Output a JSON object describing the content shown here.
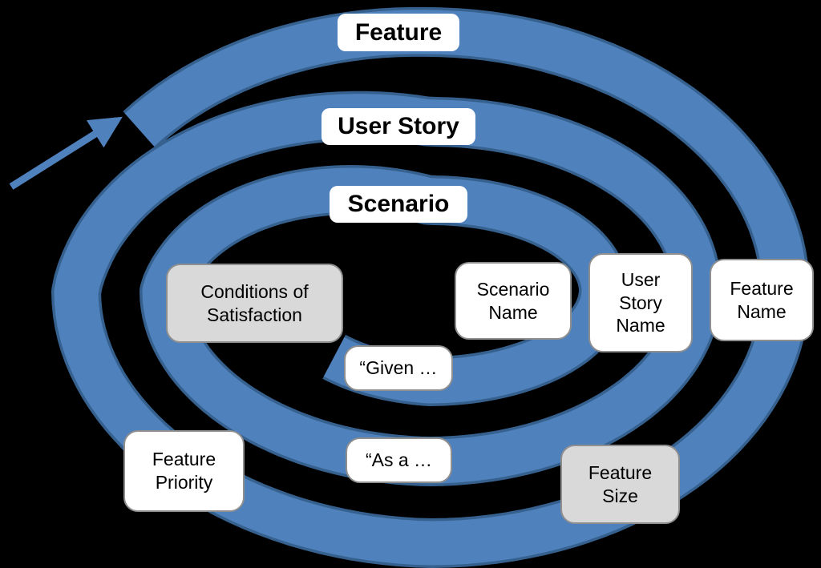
{
  "diagram": {
    "type": "spiral",
    "rings": [
      {
        "label": "Feature"
      },
      {
        "label": "User Story"
      },
      {
        "label": "Scenario"
      }
    ],
    "callouts": [
      {
        "label": "Conditions of Satisfaction",
        "variant": "gray"
      },
      {
        "label": "Scenario Name",
        "variant": "white"
      },
      {
        "label": "User Story Name",
        "variant": "white"
      },
      {
        "label": "Feature Name",
        "variant": "white"
      },
      {
        "label": "“Given …",
        "variant": "white"
      },
      {
        "label": "“As a …",
        "variant": "white"
      },
      {
        "label": "Feature Priority",
        "variant": "white"
      },
      {
        "label": "Feature Size",
        "variant": "gray"
      }
    ],
    "icons": {
      "entry_arrow": "diagonal-arrow-icon"
    },
    "colors": {
      "spiral": "#4F81BD",
      "spiral_edge": "#36618E",
      "background": "#000000",
      "white_box": "#FFFFFF",
      "gray_box": "#D9D9D9",
      "box_border": "#8F8F8F"
    }
  }
}
